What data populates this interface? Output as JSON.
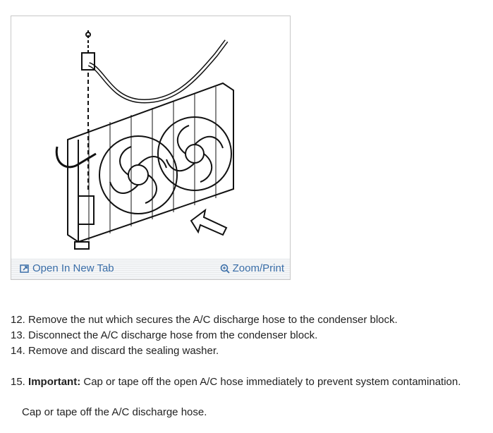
{
  "figure": {
    "open_link": "Open In New Tab",
    "zoom_link": "Zoom/Print",
    "icons": {
      "open": "open-in-new-tab-icon",
      "zoom": "magnifier-zoom-icon"
    },
    "link_color": "#3a6ea8"
  },
  "steps": [
    {
      "number": "12.",
      "text": "Remove the nut which secures the A/C discharge hose to the condenser block."
    },
    {
      "number": "13.",
      "text": "Disconnect the A/C discharge hose from the condenser block."
    },
    {
      "number": "14.",
      "text": "Remove and discard the sealing washer."
    },
    {
      "number": "15.",
      "label": "Important:",
      "text": "Cap or tape off the open A/C hose immediately to prevent system contamination."
    }
  ],
  "note": "Cap or tape off the A/C discharge hose."
}
